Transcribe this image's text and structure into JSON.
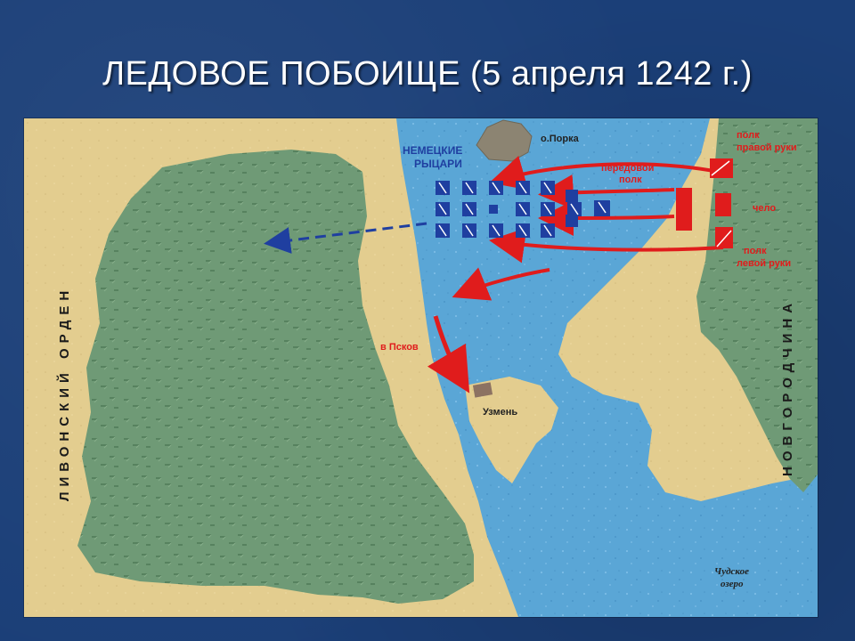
{
  "title": "ЛЕДОВОЕ ПОБОИЩЕ (5 апреля 1242 г.)",
  "map": {
    "regions": {
      "livonian_order": "ЛИВОНСКИЙ ОРДЕН",
      "novgorod_land": "НОВГОРОДЧИНА"
    },
    "places": {
      "island": "о.Порка",
      "uzmen": "Узмень",
      "lake_line1": "Чудское",
      "lake_line2": "озеро",
      "to_pskov": "в Псков"
    },
    "german_forces": {
      "label_line1": "НЕМЕЦКИЕ",
      "label_line2": "РЫЦАРИ"
    },
    "russian_forces": {
      "right_hand_line1": "полк",
      "right_hand_line2": "правой руки",
      "vanguard_line1": "передовой",
      "vanguard_line2": "полк",
      "center": "чело",
      "left_hand_line1": "полк",
      "left_hand_line2": "левой руки"
    },
    "colors": {
      "land": "#e3cd8f",
      "forest": "#6f9a76",
      "water": "#5aa6d6",
      "german": "#1f3fa0",
      "russian": "#e01c1c",
      "background": "#1b3f78"
    }
  }
}
